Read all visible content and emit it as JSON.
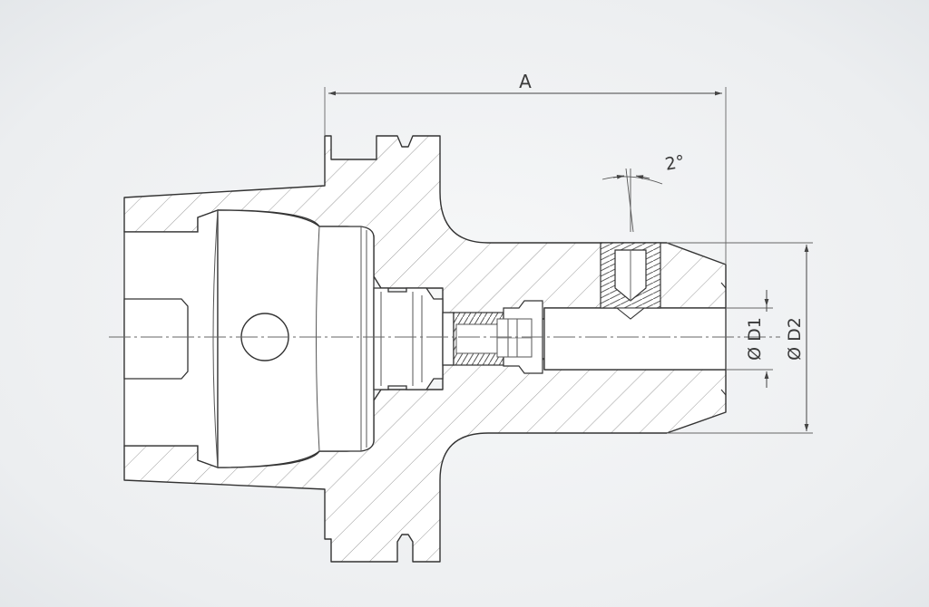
{
  "dimensions": {
    "length": "A",
    "inner_diameter": "Ø D1",
    "outer_diameter": "Ø D2",
    "angle": "2°"
  }
}
